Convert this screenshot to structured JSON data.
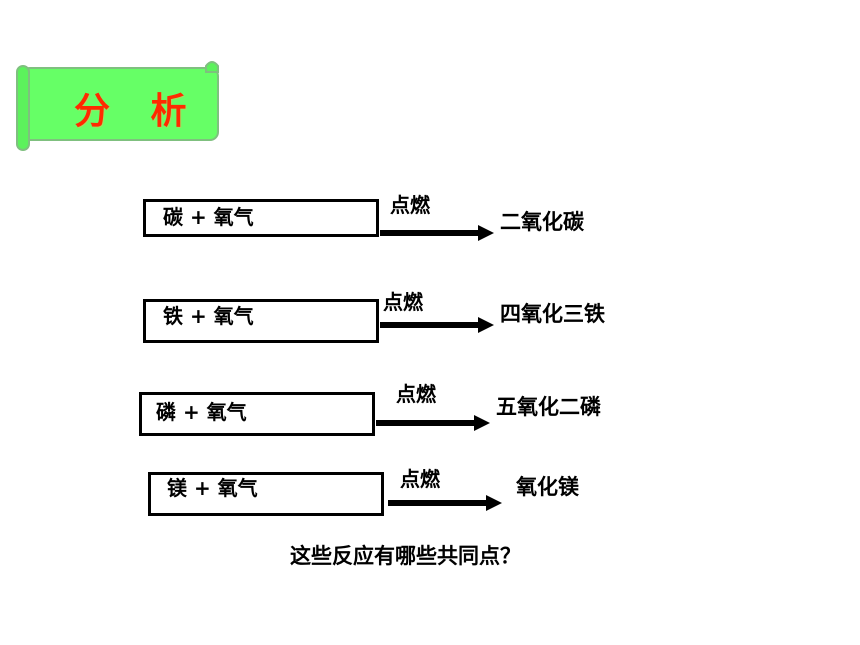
{
  "banner": {
    "title": "分 析"
  },
  "reactions": [
    {
      "reactants": "碳 + 氧气",
      "condition": "点燃",
      "product": "二氧化碳"
    },
    {
      "reactants": "铁 + 氧气",
      "condition": "点燃",
      "product": "四氧化三铁"
    },
    {
      "reactants": "磷 + 氧气",
      "condition": "点燃",
      "product": "五氧化二磷"
    },
    {
      "reactants": "镁 + 氧气",
      "condition": "点燃",
      "product": "氧化镁"
    }
  ],
  "question": "这些反应有哪些共同点？",
  "colors": {
    "banner_fill": "#66ff66",
    "title": "#ff2a00"
  }
}
